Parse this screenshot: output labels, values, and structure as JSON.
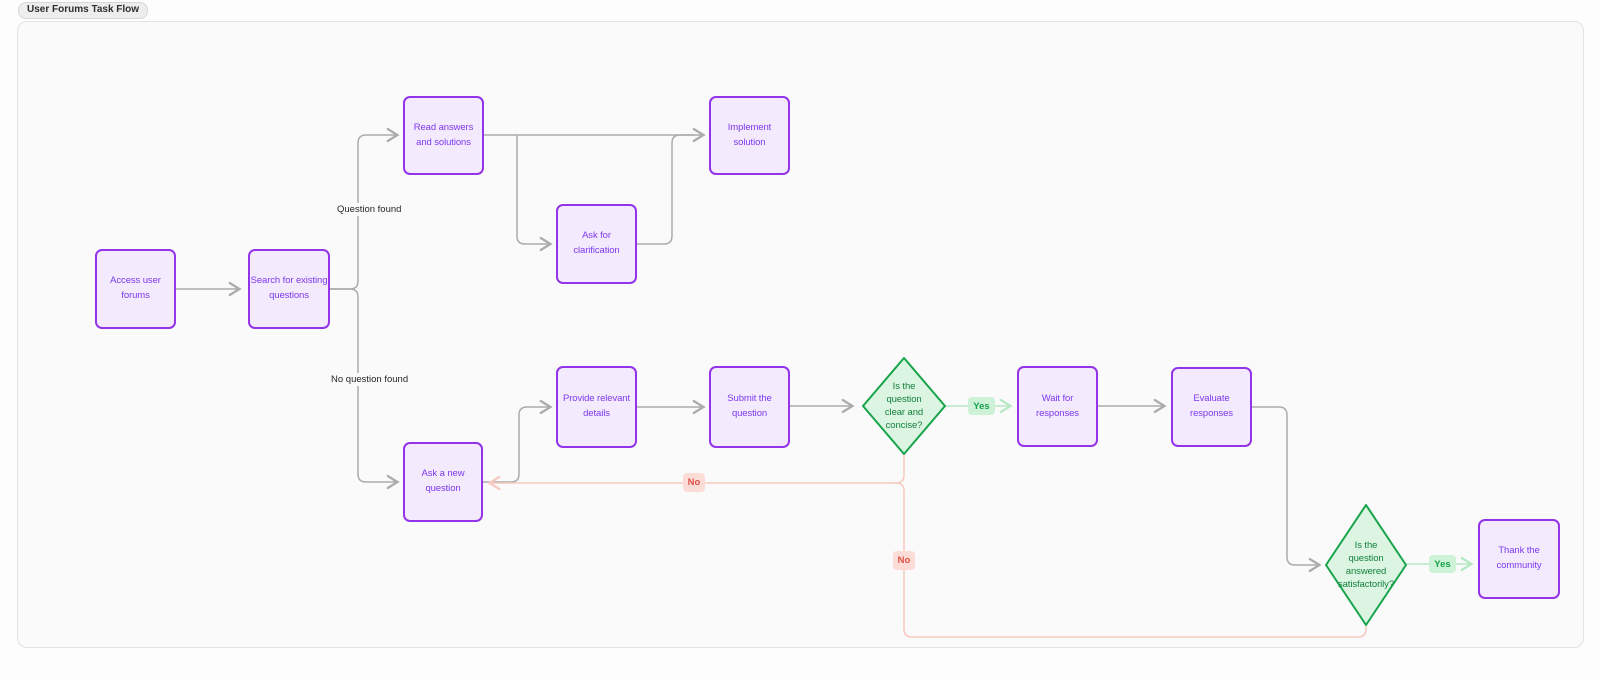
{
  "title_badge": "User Forums Task Flow",
  "diagram_type": "flowchart",
  "colors": {
    "node_fill": "#f4eafd",
    "node_border": "#9333ea",
    "node_text": "#7c3aed",
    "decision_fill": "#dbf5e2",
    "decision_border": "#17a34a",
    "decision_text": "#15803d",
    "yes_badge_bg": "#cdf2d7",
    "yes_badge_text": "#16a34a",
    "no_badge_bg": "#fcdcd7",
    "no_badge_text": "#e05247",
    "connector_gray": "#ababab",
    "connector_green": "#b7e8c4",
    "connector_pink": "#f8d2cc",
    "canvas_bg": "#fafafa",
    "canvas_border": "#e3e3e4"
  },
  "nodes": {
    "access": {
      "label": "Access user forums",
      "type": "process"
    },
    "search": {
      "label": "Search for existing questions",
      "type": "process"
    },
    "read": {
      "label": "Read answers and solutions",
      "type": "process"
    },
    "clarify": {
      "label": "Ask for clarification",
      "type": "process"
    },
    "implement": {
      "label": "Implement solution",
      "type": "process"
    },
    "ask_new": {
      "label": "Ask a new question",
      "type": "process"
    },
    "provide": {
      "label": "Provide relevant details",
      "type": "process"
    },
    "submit": {
      "label": "Submit the question",
      "type": "process"
    },
    "wait": {
      "label": "Wait for responses",
      "type": "process"
    },
    "evaluate": {
      "label": "Evaluate responses",
      "type": "process"
    },
    "thank": {
      "label": "Thank the community",
      "type": "process"
    },
    "decision_clear": {
      "label": "Is the question clear and concise?",
      "type": "decision"
    },
    "decision_answered": {
      "label": "Is the question answered satisfactorily?",
      "type": "decision"
    }
  },
  "edges": [
    {
      "from": "access",
      "to": "search",
      "label": ""
    },
    {
      "from": "search",
      "to": "read",
      "label": "Question found"
    },
    {
      "from": "search",
      "to": "ask_new",
      "label": "No question found"
    },
    {
      "from": "read",
      "to": "implement",
      "label": ""
    },
    {
      "from": "read",
      "to": "clarify",
      "label": ""
    },
    {
      "from": "clarify",
      "to": "implement",
      "label": ""
    },
    {
      "from": "ask_new",
      "to": "provide",
      "label": ""
    },
    {
      "from": "provide",
      "to": "submit",
      "label": ""
    },
    {
      "from": "submit",
      "to": "decision_clear",
      "label": ""
    },
    {
      "from": "decision_clear",
      "to": "wait",
      "label": "Yes"
    },
    {
      "from": "decision_clear",
      "to": "ask_new",
      "label": "No"
    },
    {
      "from": "wait",
      "to": "evaluate",
      "label": ""
    },
    {
      "from": "evaluate",
      "to": "decision_answered",
      "label": ""
    },
    {
      "from": "decision_answered",
      "to": "thank",
      "label": "Yes"
    },
    {
      "from": "decision_answered",
      "to": "ask_new",
      "label": "No"
    }
  ]
}
